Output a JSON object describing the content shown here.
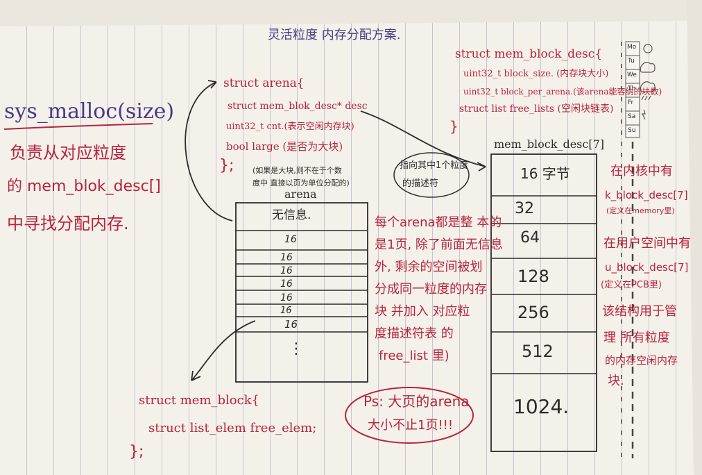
{
  "title": "灵活粒度 内存分配方案.",
  "sys_malloc": {
    "signature": "sys_malloc(size)",
    "desc_line1": "负责从对应粒度",
    "desc_line2": "的 mem_blok_desc[]",
    "desc_line3": "中寻找分配内存."
  },
  "arena_struct": {
    "open": "struct arena{",
    "desc_field": "struct mem_blok_desc* desc",
    "cnt_field": "uint32_t cnt.(表示空闲内存块)",
    "large_field": "bool large (是否为大块)",
    "close": "};",
    "large_note_1": "(如果是大块,则不在于个数",
    "large_note_2": "度中 直接以页为单位分配的)",
    "pointer_note_1": "指向其中1个粒度",
    "pointer_note_2": "的描述符"
  },
  "arena_box": {
    "label": "arena",
    "header": "无信息.",
    "cells": [
      "16",
      "16",
      "16",
      "16",
      "16",
      "16",
      "16"
    ],
    "ellipsis": "⋮"
  },
  "arena_note": [
    "每个arena都是整 本的",
    "是1页, 除了前面无信息",
    "外, 剩余的空间被划",
    "分成同一粒度的内存",
    "块 并加入 对应粒",
    "度描述符表 的",
    "free_list 里)"
  ],
  "mem_block_struct": {
    "open": "struct mem_block{",
    "field": "struct list_elem free_elem;",
    "close": "};"
  },
  "ps_note": {
    "line1": "Ps: 大页的arena",
    "line2": "大小不止1页!!!"
  },
  "mem_block_desc_struct": {
    "open": "struct mem_block_desc{",
    "block_size": "uint32_t block_size. (内存块大小)",
    "per_arena": "uint32_t block_per_arena.(该arena能容纳的块数)",
    "free_list": "struct list free_lists (空闲块链表)",
    "close": "}"
  },
  "desc_array": {
    "label": "mem_block_desc[7]",
    "sizes": [
      "16 字节",
      "32",
      "64",
      "128",
      "256",
      "512",
      "1024."
    ]
  },
  "kernel_note": {
    "line1": "在内核中有",
    "line2": "k_block_desc[7]",
    "line3": "(定义在memory里)",
    "line4": "在用户空间中有",
    "line5": "u_block_desc[7]",
    "line6": "(定义在PCB里)",
    "line7": "该结构用于管",
    "line8": "理 所有粒度",
    "line9": "的内存空闲内存",
    "line10": "块."
  },
  "side_tabs": [
    "Mo",
    "Tu",
    "We",
    "Th",
    "Fr",
    "Sa",
    "Su"
  ],
  "colors": {
    "ink": "#4a3a86",
    "red": "#b8233a",
    "paper": "#f4f1ea"
  }
}
